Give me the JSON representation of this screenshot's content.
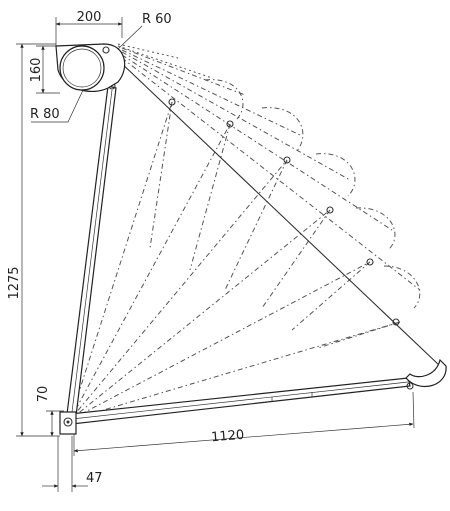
{
  "dimensions": {
    "top_width": "200",
    "cassette_radius": "R 60",
    "cassette_height": "160",
    "roller_radius": "R 80",
    "total_height": "1275",
    "pivot_offset": "70",
    "arm_length": "1120",
    "bottom_offset": "47"
  }
}
